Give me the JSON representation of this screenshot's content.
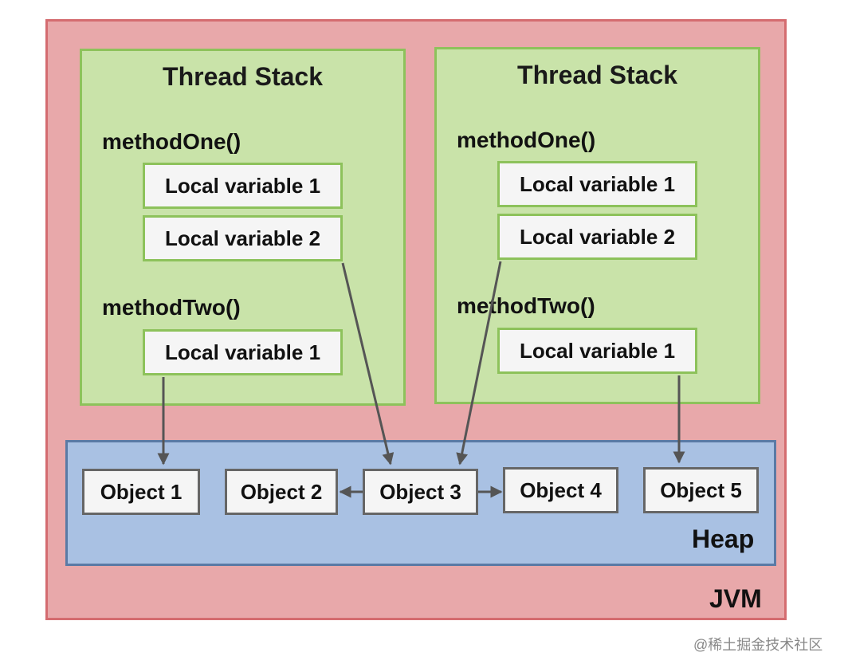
{
  "jvm": {
    "label": "JVM"
  },
  "thread_stacks": [
    {
      "title": "Thread Stack",
      "method_one": "methodOne()",
      "method_one_vars": [
        "Local variable 1",
        "Local variable 2"
      ],
      "method_two": "methodTwo()",
      "method_two_vars": [
        "Local variable 1"
      ]
    },
    {
      "title": "Thread Stack",
      "method_one": "methodOne()",
      "method_one_vars": [
        "Local variable 1",
        "Local variable 2"
      ],
      "method_two": "methodTwo()",
      "method_two_vars": [
        "Local variable 1"
      ]
    }
  ],
  "heap": {
    "label": "Heap",
    "objects": [
      "Object 1",
      "Object 2",
      "Object 3",
      "Object 4",
      "Object 5"
    ]
  },
  "colors": {
    "jvm_fill": "#e8a8aa",
    "thread_fill": "#c9e3a9",
    "heap_fill": "#a9c1e3",
    "arrow": "#555555"
  },
  "watermark": "@稀土掘金技术社区"
}
